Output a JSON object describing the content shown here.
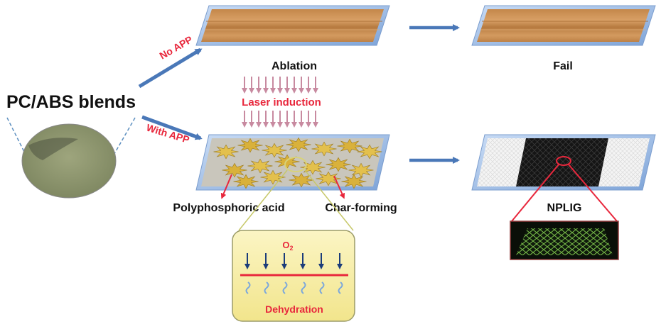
{
  "start": {
    "title": "PC/ABS blends"
  },
  "branches": {
    "no_app": "No APP",
    "with_app": "With APP"
  },
  "top_row": {
    "ablation_label": "Ablation",
    "fail_label": "Fail"
  },
  "laser": {
    "label": "Laser induction"
  },
  "middle": {
    "polyphosphoric_label": "Polyphosphoric acid",
    "charforming_label": "Char-forming"
  },
  "dehydration": {
    "oxygen_symbol": "O",
    "oxygen_subscript": "2",
    "caption": "Dehydration"
  },
  "result": {
    "label": "NPLIG"
  },
  "colors": {
    "arrow_blue": "#4a78b8",
    "label_red": "#e8273c",
    "laser_pink": "#c88aa0",
    "wood": "#c98c4e",
    "box_yellow": "#f7efa8"
  }
}
